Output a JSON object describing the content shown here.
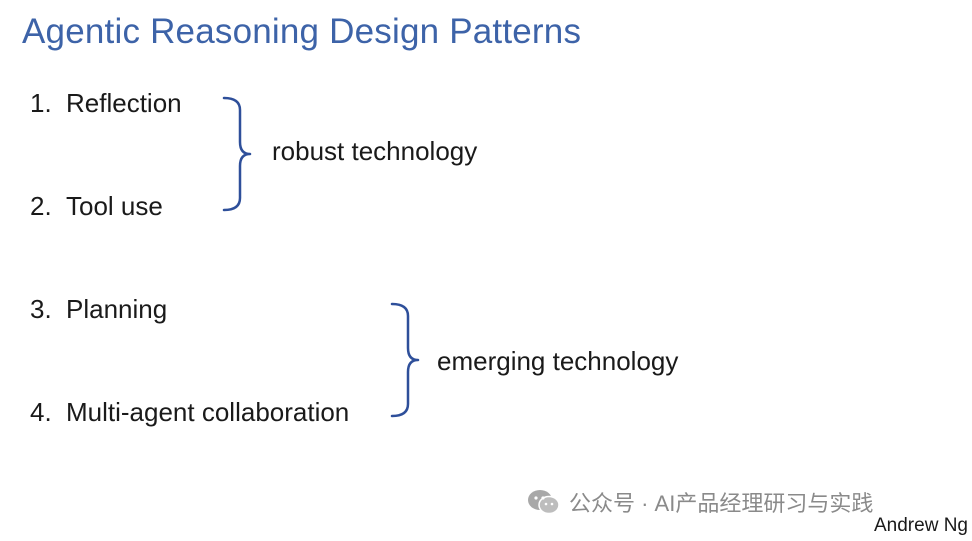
{
  "slide": {
    "title": "Agentic Reasoning Design Patterns",
    "items": [
      {
        "number": "1.",
        "text": "Reflection"
      },
      {
        "number": "2.",
        "text": "Tool use"
      },
      {
        "number": "3.",
        "text": "Planning"
      },
      {
        "number": "4.",
        "text": "Multi-agent collaboration"
      }
    ],
    "groups": [
      {
        "label": "robust technology"
      },
      {
        "label": "emerging technology"
      }
    ],
    "accent_color": "#3d63a8",
    "brace_color": "#2e4f9a"
  },
  "watermark": {
    "icon": "wechat-icon",
    "text": "公众号 · AI产品经理研习与实践"
  },
  "author": "Andrew Ng"
}
